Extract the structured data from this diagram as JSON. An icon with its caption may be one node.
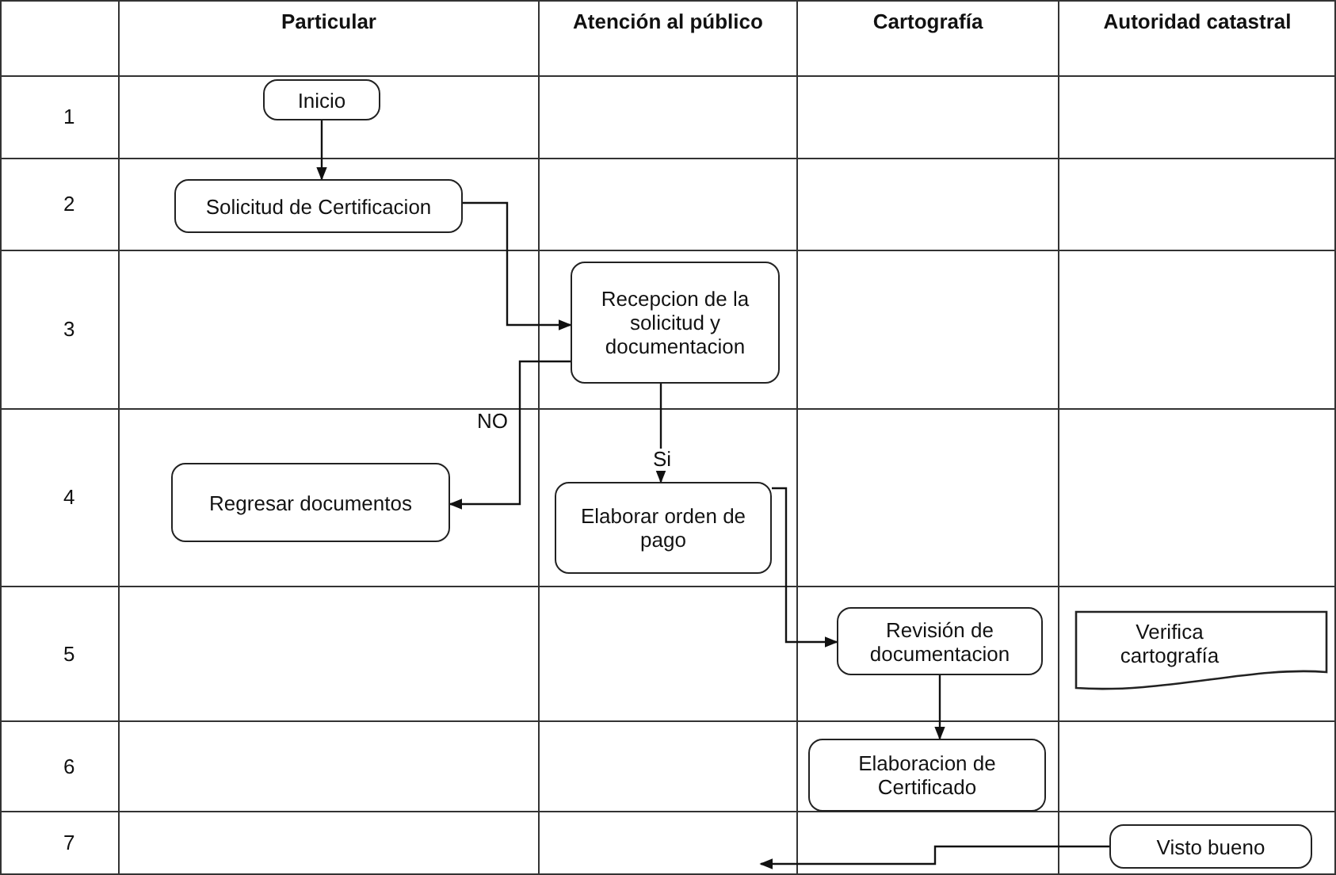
{
  "diagram": {
    "nodes": [
      {
        "text": [
          "Inicio"
        ]
      },
      {
        "text": [
          "Solicitud de Certificacion"
        ]
      },
      {
        "text": [
          "Recepcion de la solicitud y documentacion"
        ]
      },
      {
        "text": [
          "Regresar documentos"
        ]
      },
      {
        "text": [
          "Elaborar orden de pago"
        ]
      },
      {
        "text": [
          "Revisión de documentacion"
        ]
      },
      {
        "text": [
          "Verifica cartografía"
        ]
      },
      {
        "text": [
          "Elaboracion de Certificado"
        ]
      },
      {
        "text": [
          "Visto bueno"
        ]
      }
    ],
    "edges": [
      {
        "from": 0,
        "to": 1,
        "arrow": "to"
      },
      {
        "from": 1,
        "to": 2,
        "arrow": "to"
      },
      {
        "from": 2,
        "to": 3,
        "arrow": "to",
        "label": "NO"
      },
      {
        "from": 2,
        "to": 4,
        "arrow": "to",
        "label": "Si"
      },
      {
        "from": 4,
        "to": 5,
        "arrow": "to"
      },
      {
        "from": 5,
        "to": 7,
        "arrow": "to"
      },
      {
        "from": 8,
        "to": null,
        "arrow": "to"
      }
    ],
    "labels": [
      "Particular",
      "Atención al público",
      "Cartografía",
      "Autoridad catastral",
      "1",
      "2",
      "3",
      "4",
      "5",
      "6",
      "7"
    ]
  }
}
